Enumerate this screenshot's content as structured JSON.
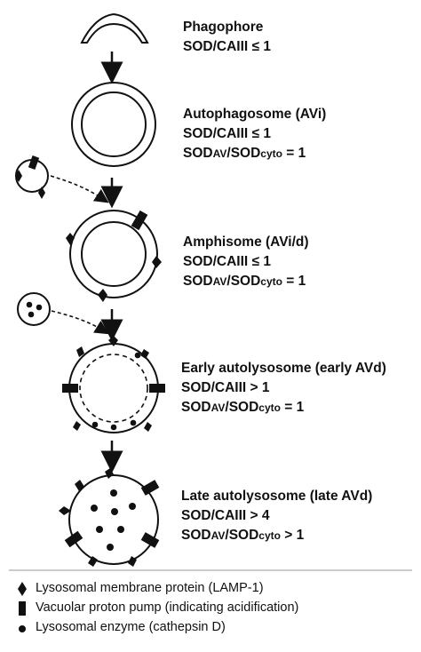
{
  "stages": [
    {
      "name": "Phagophore",
      "ratios": [
        "SOD/CAIII ≤ 1"
      ]
    },
    {
      "name": "Autophagosome (AVi)",
      "ratios": [
        "SOD/CAIII ≤ 1"
      ],
      "sod_ratio": {
        "num": "SOD",
        "num_sub": "AV",
        "den": "SOD",
        "den_sub": "cyto",
        "rel": "= 1"
      }
    },
    {
      "name": "Amphisome (AVi/d)",
      "ratios": [
        "SOD/CAIII ≤ 1"
      ],
      "sod_ratio": {
        "num": "SOD",
        "num_sub": "AV",
        "den": "SOD",
        "den_sub": "cyto",
        "rel": "= 1"
      }
    },
    {
      "name": "Early autolysosome (early AVd)",
      "ratios": [
        "SOD/CAIII > 1"
      ],
      "sod_ratio": {
        "num": "SOD",
        "num_sub": "AV",
        "den": "SOD",
        "den_sub": "cyto",
        "rel": "= 1"
      }
    },
    {
      "name": "Late autolysosome (late AVd)",
      "ratios": [
        "SOD/CAIII > 4"
      ],
      "sod_ratio": {
        "num": "SOD",
        "num_sub": "AV",
        "den": "SOD",
        "den_sub": "cyto",
        "rel": "> 1"
      }
    }
  ],
  "legend": [
    {
      "icon": "diamond-icon",
      "text": "Lysosomal membrane protein (LAMP-1)"
    },
    {
      "icon": "rectangle-icon",
      "text": "Vacuolar proton pump (indicating acidification)"
    },
    {
      "icon": "dot-icon",
      "text": "Lysosomal enzyme (cathepsin D)"
    }
  ]
}
